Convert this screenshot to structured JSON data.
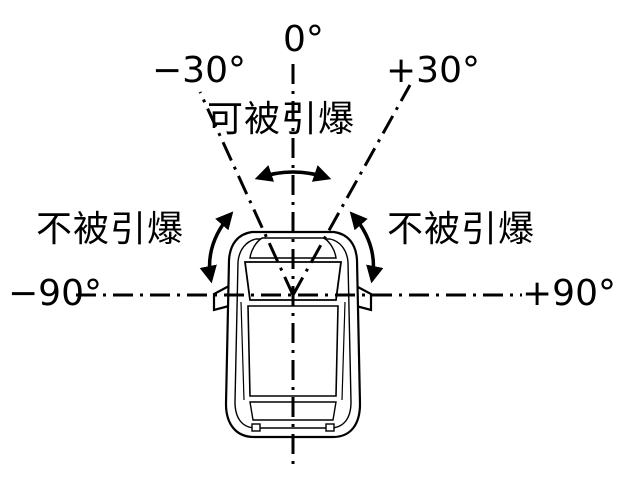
{
  "angles": {
    "zero": "0°",
    "minus30": "−30°",
    "plus30": "+30°",
    "minus90": "−90°",
    "plus90": "+90°"
  },
  "zones": {
    "front": "可被引爆",
    "left": "不被引爆",
    "right": "不被引爆"
  },
  "colors": {
    "ink": "#000000",
    "background": "#ffffff"
  }
}
